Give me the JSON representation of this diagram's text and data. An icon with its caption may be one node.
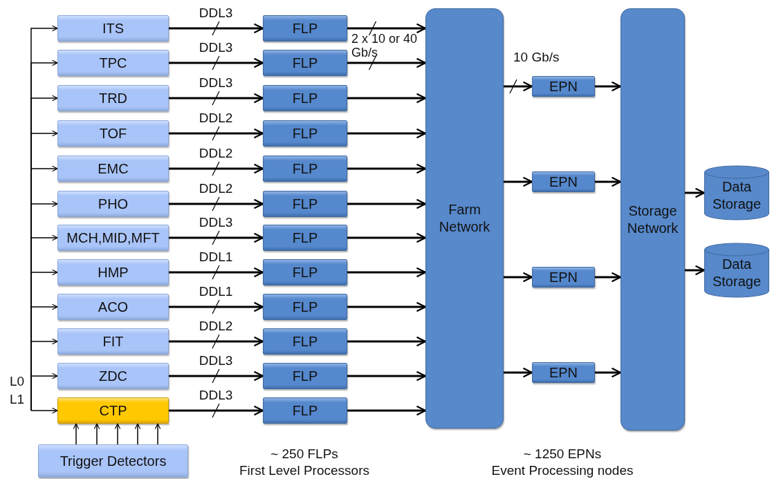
{
  "diagram": {
    "nodes": [
      {
        "text": [
          "ITS"
        ]
      },
      {
        "text": [
          "TPC"
        ]
      },
      {
        "text": [
          "TRD"
        ]
      },
      {
        "text": [
          "TOF"
        ]
      },
      {
        "text": [
          "EMC"
        ]
      },
      {
        "text": [
          "PHO"
        ]
      },
      {
        "text": [
          "MCH,MID,MFT"
        ]
      },
      {
        "text": [
          "HMP"
        ]
      },
      {
        "text": [
          "ACO"
        ]
      },
      {
        "text": [
          "FIT"
        ]
      },
      {
        "text": [
          "ZDC"
        ]
      },
      {
        "text": [
          "CTP"
        ]
      },
      {
        "text": [
          "Trigger Detectors"
        ]
      },
      {
        "text": [
          "FLP"
        ]
      },
      {
        "text": [
          "FLP"
        ]
      },
      {
        "text": [
          "FLP"
        ]
      },
      {
        "text": [
          "FLP"
        ]
      },
      {
        "text": [
          "FLP"
        ]
      },
      {
        "text": [
          "FLP"
        ]
      },
      {
        "text": [
          "FLP"
        ]
      },
      {
        "text": [
          "FLP"
        ]
      },
      {
        "text": [
          "FLP"
        ]
      },
      {
        "text": [
          "FLP"
        ]
      },
      {
        "text": [
          "FLP"
        ]
      },
      {
        "text": [
          "FLP"
        ]
      },
      {
        "text": [
          "Farm Network"
        ]
      },
      {
        "text": [
          "EPN"
        ]
      },
      {
        "text": [
          "EPN"
        ]
      },
      {
        "text": [
          "EPN"
        ]
      },
      {
        "text": [
          "EPN"
        ]
      },
      {
        "text": [
          "Storage Network"
        ]
      },
      {
        "text": [
          "Data Storage"
        ]
      },
      {
        "text": [
          "Data Storage"
        ]
      }
    ],
    "edges": [
      {
        "from": null,
        "to": 0,
        "arrow": "to"
      },
      {
        "from": null,
        "to": 1,
        "arrow": "to"
      },
      {
        "from": null,
        "to": 2,
        "arrow": "to"
      },
      {
        "from": null,
        "to": 3,
        "arrow": "to"
      },
      {
        "from": null,
        "to": 4,
        "arrow": "to"
      },
      {
        "from": null,
        "to": 5,
        "arrow": "to"
      },
      {
        "from": null,
        "to": 6,
        "arrow": "to"
      },
      {
        "from": null,
        "to": 7,
        "arrow": "to"
      },
      {
        "from": null,
        "to": 8,
        "arrow": "to"
      },
      {
        "from": null,
        "to": 9,
        "arrow": "to"
      },
      {
        "from": null,
        "to": 10,
        "arrow": "to"
      },
      {
        "from": null,
        "to": 11,
        "arrow": "to"
      },
      {
        "from": 12,
        "to": 11,
        "arrow": "to"
      },
      {
        "from": 12,
        "to": 11,
        "arrow": "to"
      },
      {
        "from": 12,
        "to": 11,
        "arrow": "to"
      },
      {
        "from": 12,
        "to": 11,
        "arrow": "to"
      },
      {
        "from": 12,
        "to": 11,
        "arrow": "to"
      },
      {
        "from": 0,
        "to": 13,
        "arrow": "to",
        "label": "DDL3"
      },
      {
        "from": 1,
        "to": 14,
        "arrow": "to",
        "label": "DDL3"
      },
      {
        "from": 2,
        "to": 15,
        "arrow": "to",
        "label": "DDL3"
      },
      {
        "from": 3,
        "to": 16,
        "arrow": "to",
        "label": "DDL2"
      },
      {
        "from": 4,
        "to": 17,
        "arrow": "to",
        "label": "DDL2"
      },
      {
        "from": 5,
        "to": 18,
        "arrow": "to",
        "label": "DDL2"
      },
      {
        "from": 6,
        "to": 19,
        "arrow": "to",
        "label": "DDL3"
      },
      {
        "from": 7,
        "to": 20,
        "arrow": "to",
        "label": "DDL1"
      },
      {
        "from": 8,
        "to": 21,
        "arrow": "to",
        "label": "DDL1"
      },
      {
        "from": 9,
        "to": 22,
        "arrow": "to",
        "label": "DDL2"
      },
      {
        "from": 10,
        "to": 23,
        "arrow": "to",
        "label": "DDL3"
      },
      {
        "from": 11,
        "to": 24,
        "arrow": "to",
        "label": "DDL3"
      },
      {
        "from": 13,
        "to": 25,
        "arrow": "to"
      },
      {
        "from": 14,
        "to": 25,
        "arrow": "to"
      },
      {
        "from": 15,
        "to": 25,
        "arrow": "to"
      },
      {
        "from": 16,
        "to": 25,
        "arrow": "to"
      },
      {
        "from": 17,
        "to": 25,
        "arrow": "to"
      },
      {
        "from": 18,
        "to": 25,
        "arrow": "to"
      },
      {
        "from": 19,
        "to": 25,
        "arrow": "to"
      },
      {
        "from": 20,
        "to": 25,
        "arrow": "to"
      },
      {
        "from": 21,
        "to": 25,
        "arrow": "to"
      },
      {
        "from": 22,
        "to": 25,
        "arrow": "to"
      },
      {
        "from": 23,
        "to": 25,
        "arrow": "to"
      },
      {
        "from": 24,
        "to": 25,
        "arrow": "to"
      },
      {
        "from": 25,
        "to": 26,
        "arrow": "to"
      },
      {
        "from": 25,
        "to": 27,
        "arrow": "to"
      },
      {
        "from": 25,
        "to": 28,
        "arrow": "to"
      },
      {
        "from": 25,
        "to": 29,
        "arrow": "to"
      },
      {
        "from": 26,
        "to": 30,
        "arrow": "to"
      },
      {
        "from": 27,
        "to": 30,
        "arrow": "to"
      },
      {
        "from": 28,
        "to": 30,
        "arrow": "to"
      },
      {
        "from": 29,
        "to": 30,
        "arrow": "to"
      },
      {
        "from": 30,
        "to": 31,
        "arrow": "to"
      },
      {
        "from": 30,
        "to": 32,
        "arrow": "to"
      }
    ],
    "labels": [
      "2 x 10 or 40 Gb/s",
      "10 Gb/s",
      "L0",
      "L1",
      "~ 250 FLPs",
      "First Level Processors",
      "~ 1250 EPNs",
      "Event Processing nodes"
    ]
  }
}
